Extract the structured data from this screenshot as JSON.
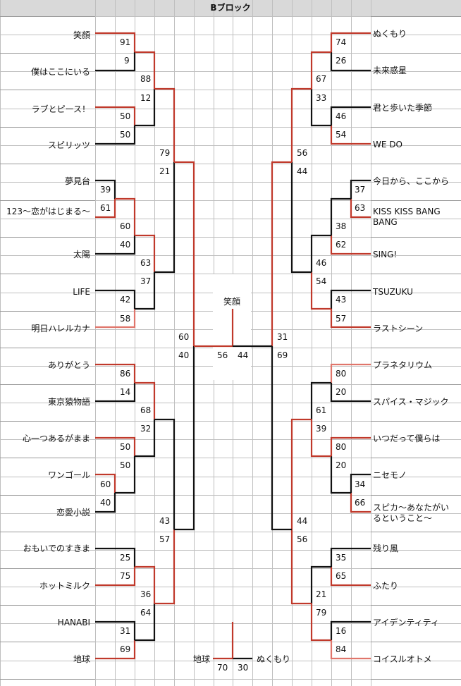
{
  "title": "Bブロック",
  "colors": {
    "win": "#c0392b",
    "loss": "#111111",
    "grid": "#bfbfbf",
    "header": "#d9d9d9",
    "light_win": "#e0756b"
  },
  "left": {
    "names": [
      "笑顔",
      "僕はここにいる",
      "ラブとピース！",
      "スピリッツ",
      "夢見台",
      "123〜恋がはじまる〜",
      "太陽",
      "LIFE",
      "明日ハレルカナ",
      "ありがとう",
      "東京猿物語",
      "心一つあるがまま",
      "ワンゴール",
      "恋愛小説",
      "おもいでのすきま",
      "ホットミルク",
      "HANABI",
      "地球"
    ],
    "r1": [
      "91",
      "9",
      "12",
      "50",
      "50",
      "39",
      "61",
      "60",
      "40",
      "63",
      "37",
      "42",
      "58",
      "86",
      "14",
      "68",
      "32",
      "50",
      "50",
      "60",
      "40",
      "43",
      "57",
      "25",
      "75",
      "36",
      "64",
      "31",
      "69"
    ],
    "scores": {
      "m1a": "91",
      "m1b": "9",
      "m2a": "50",
      "m2b": "50",
      "m2c": "12",
      "m12": "88",
      "p1a": "39",
      "p1b": "61",
      "p1c": "60",
      "p2a": "40",
      "p2b": "63",
      "p3a": "37",
      "p3b": "42",
      "p3c": "58",
      "q79": "79",
      "q21": "21",
      "s1a": "86",
      "s1b": "14",
      "s1c": "68",
      "s2a": "32",
      "s2b": "50",
      "s2c": "50",
      "u1a": "60",
      "u1b": "40",
      "v43": "43",
      "v57": "57",
      "w1a": "25",
      "w1b": "75",
      "w1c": "36",
      "w2a": "64",
      "w2b": "31",
      "w2c": "69",
      "semi_top": "60",
      "semi_bot": "40"
    }
  },
  "right": {
    "names": [
      "ぬくもり",
      "未来惑星",
      "君と歩いた季節",
      "WE DO",
      "今日から、ここから",
      "KISS KISS BANG BANG",
      "SING!",
      "TSUZUKU",
      "ラストシーン",
      "プラネタリウム",
      "スパイス・マジック",
      "いつだって僕らは",
      "ニセモノ",
      "スピカ〜あなたがいるということ〜",
      "残り風",
      "ふたり",
      "アイデンティティ",
      "コイスルオトメ"
    ],
    "scores": {
      "a74": "74",
      "a26": "26",
      "a67": "67",
      "a33": "33",
      "a46": "46",
      "a54": "54",
      "b56": "56",
      "b44": "44",
      "c37": "37",
      "c63": "63",
      "c38": "38",
      "c62": "62",
      "c46": "46",
      "c54": "54",
      "c43": "43",
      "c57": "57",
      "d80": "80",
      "d20": "20",
      "d61": "61",
      "d39": "39",
      "d80b": "80",
      "d20b": "20",
      "d34": "34",
      "d66": "66",
      "e44": "44",
      "e56": "56",
      "f35": "35",
      "f65": "65",
      "f21": "21",
      "f79": "79",
      "f16": "16",
      "f84": "84",
      "semi_top": "31",
      "semi_bot": "69"
    }
  },
  "final": {
    "winner": "笑顔",
    "left_score": "56",
    "right_score": "44"
  },
  "third": {
    "left_name": "地球",
    "right_name": "ぬくもり",
    "left_score": "70",
    "right_score": "30"
  }
}
